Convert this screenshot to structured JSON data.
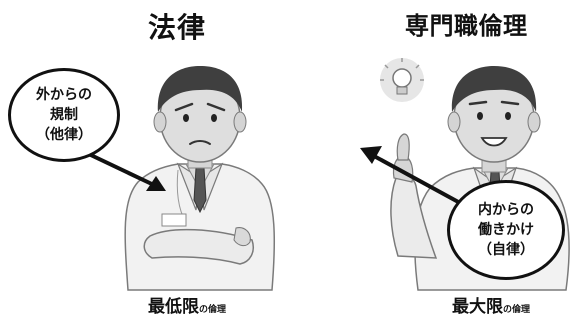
{
  "left": {
    "title": "法律",
    "bubble": {
      "line1": "外からの",
      "line2": "規制",
      "line3": "（他律）"
    },
    "caption_main": "最低限",
    "caption_sub": "の倫理"
  },
  "right": {
    "title": "専門職倫理",
    "bubble": {
      "line1": "内からの",
      "line2": "働きかけ",
      "line3": "（自律）"
    },
    "caption_main": "最大限",
    "caption_sub": "の倫理"
  }
}
